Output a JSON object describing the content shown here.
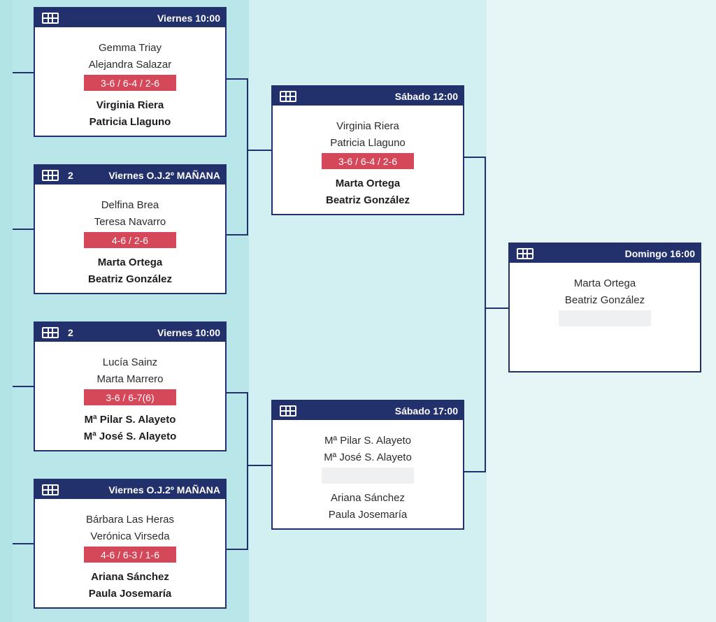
{
  "colors": {
    "header_bg": "#22306b",
    "score_bg": "#d5485a",
    "score_empty_bg": "#eef0f1",
    "connector": "#22306b",
    "column_1_bg": "#b9e6e8",
    "column_2_bg": "#d2eff1",
    "column_3_bg": "#e6f6f7"
  },
  "icons": {
    "court": "court-icon"
  },
  "matches": {
    "r1m1": {
      "court": "",
      "when": "Viernes 10:00",
      "team1": [
        "Gemma Triay",
        "Alejandra Salazar"
      ],
      "score": "3-6 / 6-4 / 2-6",
      "team2": [
        "Virginia Riera",
        "Patricia Llaguno"
      ],
      "winner": "team2"
    },
    "r1m2": {
      "court": "2",
      "when": "Viernes O.J.2º MAÑANA",
      "team1": [
        "Delfina Brea",
        "Teresa Navarro"
      ],
      "score": "4-6 / 2-6",
      "team2": [
        "Marta Ortega",
        "Beatriz González"
      ],
      "winner": "team2"
    },
    "r1m3": {
      "court": "2",
      "when": "Viernes 10:00",
      "team1": [
        "Lucía Sainz",
        "Marta Marrero"
      ],
      "score": "3-6 / 6-7(6)",
      "team2": [
        "Mª Pilar S. Alayeto",
        "Mª José S. Alayeto"
      ],
      "winner": "team2"
    },
    "r1m4": {
      "court": "",
      "when": "Viernes O.J.2º MAÑANA",
      "team1": [
        "Bárbara Las Heras",
        "Verónica Virseda"
      ],
      "score": "4-6 / 6-3 / 1-6",
      "team2": [
        "Ariana Sánchez",
        "Paula Josemaría"
      ],
      "winner": "team2"
    },
    "r2m1": {
      "court": "",
      "when": "Sábado 12:00",
      "team1": [
        "Virginia Riera",
        "Patricia Llaguno"
      ],
      "score": "3-6 / 6-4 / 2-6",
      "team2": [
        "Marta Ortega",
        "Beatriz González"
      ],
      "winner": "team2"
    },
    "r2m2": {
      "court": "",
      "when": "Sábado 17:00",
      "team1": [
        "Mª Pilar S. Alayeto",
        "Mª José S. Alayeto"
      ],
      "score": "",
      "team2": [
        "Ariana Sánchez",
        "Paula Josemaría"
      ],
      "winner": ""
    },
    "final": {
      "court": "",
      "when": "Domingo 16:00",
      "team1": [
        "Marta Ortega",
        "Beatriz González"
      ],
      "score": "",
      "team2": [],
      "winner": ""
    }
  }
}
